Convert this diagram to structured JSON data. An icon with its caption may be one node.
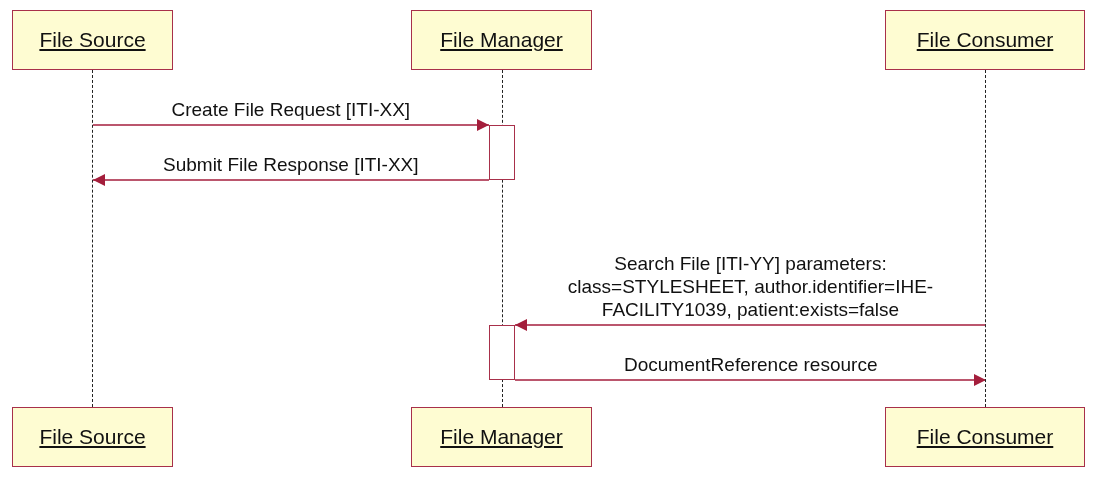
{
  "diagram": {
    "nodes": [
      {
        "text": [
          "File Source"
        ]
      },
      {
        "text": [
          "File Manager"
        ]
      },
      {
        "text": [
          "File Consumer"
        ]
      },
      {
        "text": [],
        "shape": "line"
      },
      {
        "text": [],
        "shape": "line"
      },
      {
        "text": [],
        "shape": "line"
      },
      {
        "text": [],
        "shape": "box"
      },
      {
        "text": [],
        "shape": "box"
      },
      {
        "text": [
          "File Source"
        ]
      },
      {
        "text": [
          "File Manager"
        ]
      },
      {
        "text": [
          "File Consumer"
        ]
      }
    ],
    "edges": [
      {
        "from": 3,
        "to": 6,
        "arrow": "to",
        "label": "Create File Request [ITI-XX]"
      },
      {
        "from": 6,
        "to": 3,
        "arrow": "to",
        "label": "Submit File Response [ITI-XX]"
      },
      {
        "from": 5,
        "to": 7,
        "arrow": "to",
        "label": "Search File [ITI-YY] parameters: class=STYLESHEET, author.identifier=IHE-FACILITY1039, patient:exists=false"
      },
      {
        "from": 7,
        "to": 5,
        "arrow": "to",
        "label": "DocumentReference resource"
      }
    ]
  }
}
